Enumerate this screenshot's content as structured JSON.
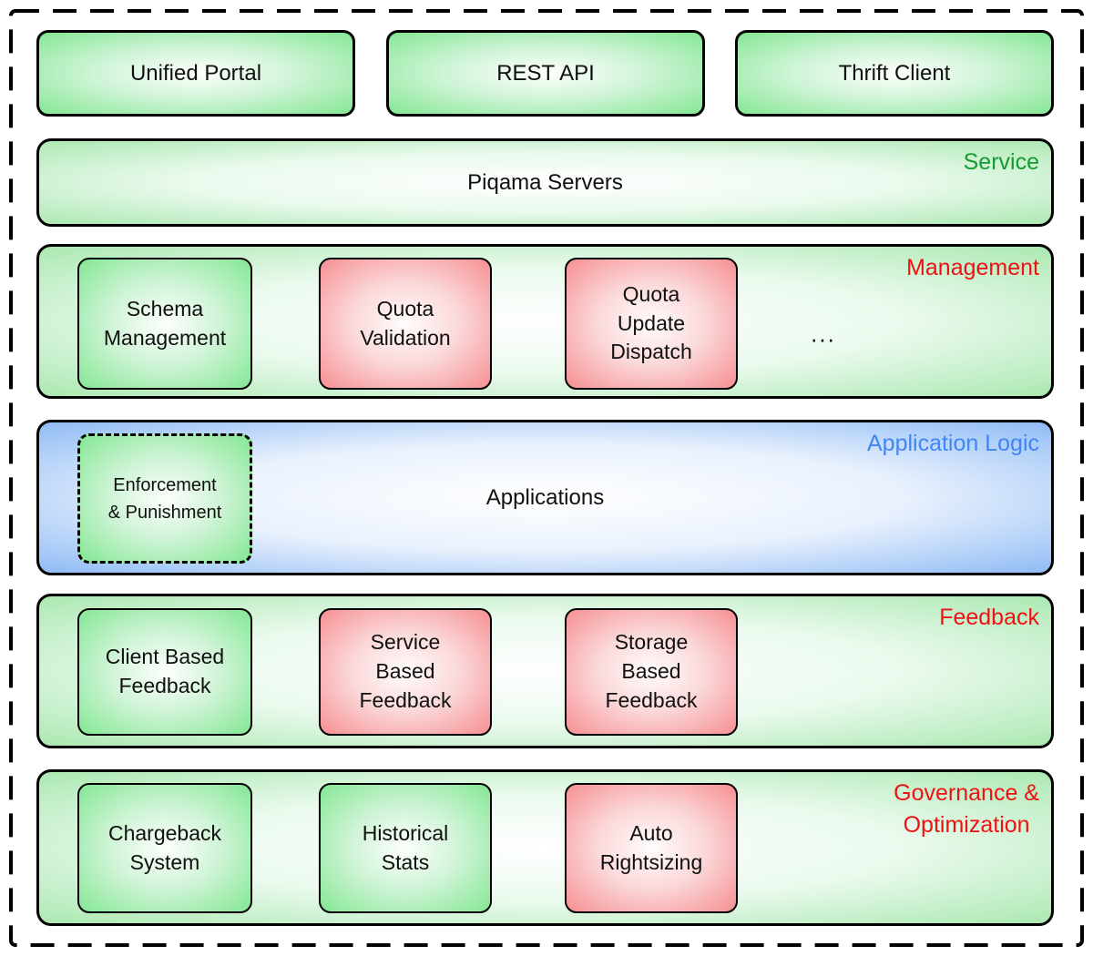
{
  "palette": {
    "node_green_edge": "#84e794",
    "node_red_edge": "#f68f92",
    "band_green_edge": "#abe8b1",
    "band_blue_edge": "#8fbbf5",
    "border": "#000000",
    "label_green": "#169a32",
    "label_red": "#ee1212",
    "label_blue": "#3f86f5"
  },
  "top_row": [
    {
      "label": "Unified Portal"
    },
    {
      "label": "REST API"
    },
    {
      "label": "Thrift Client"
    }
  ],
  "service": {
    "layer_label": "Service",
    "title": "Piqama Servers"
  },
  "management": {
    "layer_label": "Management",
    "ellipsis": "...",
    "boxes": [
      {
        "lines": [
          "Schema",
          "Management"
        ],
        "color": "green"
      },
      {
        "lines": [
          "Quota",
          "Validation"
        ],
        "color": "red"
      },
      {
        "lines": [
          "Quota",
          "Update",
          "Dispatch"
        ],
        "color": "red"
      }
    ]
  },
  "application_logic": {
    "layer_label": "Application Logic",
    "title": "Applications",
    "boxes": [
      {
        "lines": [
          "Enforcement",
          "& Punishment"
        ],
        "color": "green",
        "dashed": true
      }
    ]
  },
  "feedback": {
    "layer_label": "Feedback",
    "boxes": [
      {
        "lines": [
          "Client Based",
          "Feedback"
        ],
        "color": "green"
      },
      {
        "lines": [
          "Service",
          "Based",
          "Feedback"
        ],
        "color": "red"
      },
      {
        "lines": [
          "Storage",
          "Based",
          "Feedback"
        ],
        "color": "red"
      }
    ]
  },
  "governance": {
    "layer_label_lines": [
      "Governance &",
      "Optimization"
    ],
    "boxes": [
      {
        "lines": [
          "Chargeback",
          "System"
        ],
        "color": "green"
      },
      {
        "lines": [
          "Historical",
          "Stats"
        ],
        "color": "green"
      },
      {
        "lines": [
          "Auto",
          "Rightsizing"
        ],
        "color": "red"
      }
    ]
  }
}
